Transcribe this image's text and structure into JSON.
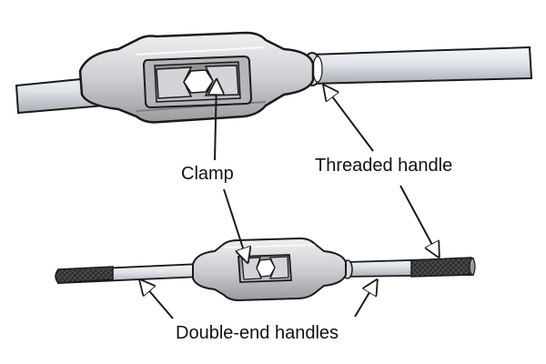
{
  "labels": {
    "clamp": "Clamp",
    "threaded_handle": "Threaded handle",
    "double_end_handles": "Double-end handles"
  },
  "colors": {
    "outline": "#1a1a1a",
    "metal_light": "#e9e9ec",
    "metal_mid": "#c9c9cd",
    "metal_dark": "#8d8d92",
    "bar_light": "#dfe3e8",
    "knurl": "#3a3a3a",
    "background": "#ffffff"
  }
}
